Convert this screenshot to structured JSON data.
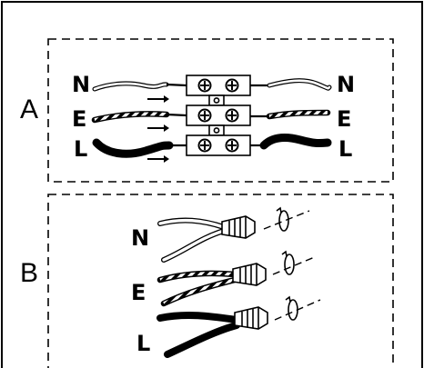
{
  "diagram": {
    "panel_a": {
      "label": "A",
      "wires_left": [
        "N",
        "E",
        "L"
      ],
      "wires_right": [
        "N",
        "E",
        "L"
      ]
    },
    "panel_b": {
      "label": "B",
      "wires": [
        "N",
        "E",
        "L"
      ]
    }
  }
}
